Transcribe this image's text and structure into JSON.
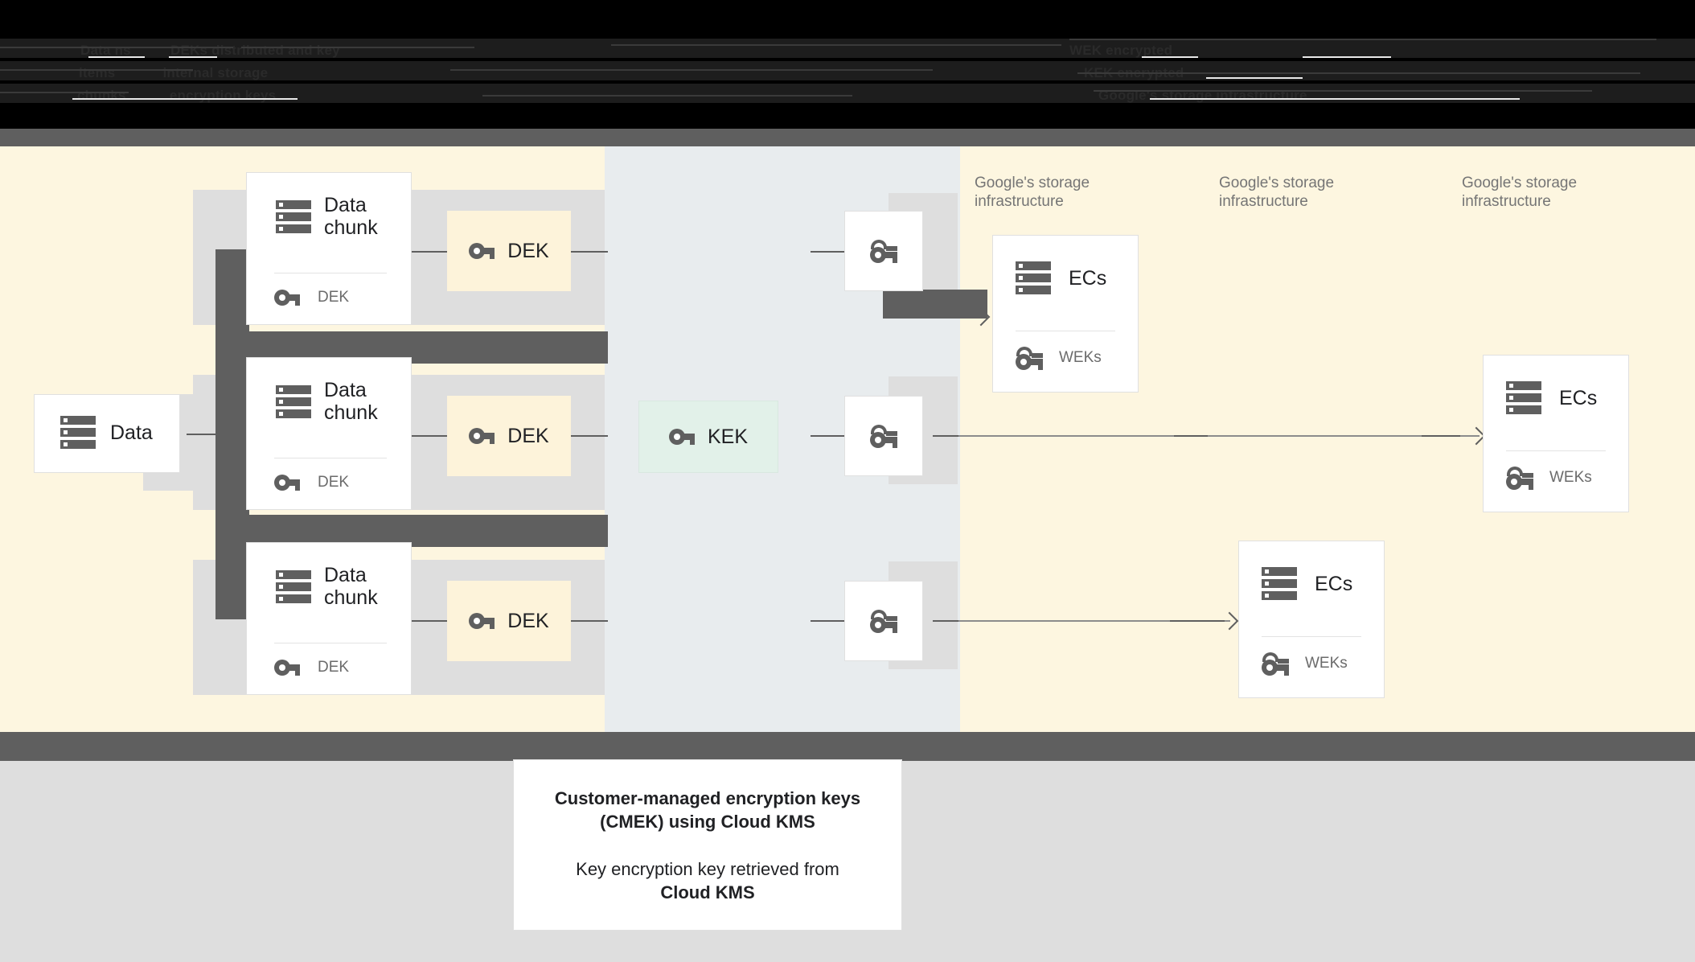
{
  "top_legend": {
    "note": "corrupted dark legend band, text unreadable",
    "rows": [
      "Data ns          DEKs distributed and key",
      "items            internal storage",
      "chunks           encryption keys"
    ],
    "rows_right": [
      "WEK encrypted",
      "KEK encrypted",
      "Google's storage infrastructure"
    ]
  },
  "diagram": {
    "data_card": {
      "title": "Data",
      "icon": "server-icon"
    },
    "chunk_cards": [
      {
        "title": "Data chunk",
        "key_label": "DEK",
        "icon": "server-icon",
        "key_icon": "key-icon"
      },
      {
        "title": "Data chunk",
        "key_label": "DEK",
        "icon": "server-icon",
        "key_icon": "key-icon"
      },
      {
        "title": "Data chunk",
        "key_label": "DEK",
        "icon": "server-icon",
        "key_icon": "key-icon"
      }
    ],
    "dek_boxes": [
      {
        "label": "DEK",
        "icon": "key-icon"
      },
      {
        "label": "DEK",
        "icon": "key-icon"
      },
      {
        "label": "DEK",
        "icon": "key-icon"
      }
    ],
    "kek_box": {
      "label": "KEK",
      "icon": "key-icon"
    },
    "wek_boxes": [
      {
        "icon": "wrapped-key-icon"
      },
      {
        "icon": "wrapped-key-icon"
      },
      {
        "icon": "wrapped-key-icon"
      }
    ],
    "storage_labels": [
      "Google's storage\ninfrastructure",
      "Google's storage\ninfrastructure",
      "Google's storage\ninfrastructure"
    ],
    "ec_cards": [
      {
        "title": "ECs",
        "key_label": "WEKs",
        "icon": "server-icon",
        "key_icon": "wrapped-key-icon"
      },
      {
        "title": "ECs",
        "key_label": "WEKs",
        "icon": "server-icon",
        "key_icon": "wrapped-key-icon"
      },
      {
        "title": "ECs",
        "key_label": "WEKs",
        "icon": "server-icon",
        "key_icon": "wrapped-key-icon"
      }
    ]
  },
  "caption": {
    "line1": "Customer-managed encryption keys",
    "line2": "(CMEK) using Cloud KMS",
    "line3": "Key encryption key retrieved from",
    "line4": "Cloud KMS"
  },
  "colors": {
    "cream": "#fdf6e0",
    "bluegray": "#e8ecee",
    "gray": "#dedede",
    "occlusion": "#5f5f5f",
    "dek": "#fdf3da",
    "kek": "#e2f1e9",
    "text": "#202124",
    "muted": "#757575"
  }
}
